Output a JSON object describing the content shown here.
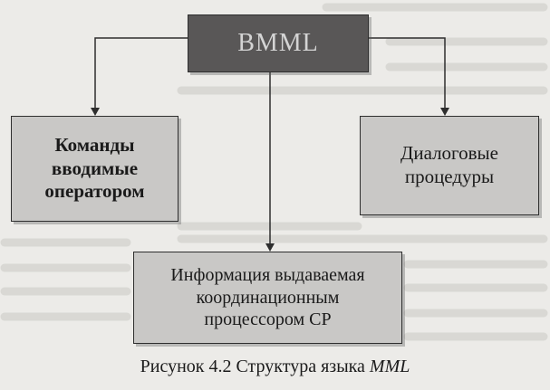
{
  "diagram": {
    "root": {
      "label": "ВММL"
    },
    "left": {
      "label": "Команды\nвводимые\nоператором"
    },
    "right": {
      "label": "Диалоговые\nпроцедуры"
    },
    "bottom": {
      "label": "Информация выдаваемая\nкоординационным\nпроцессором СР"
    }
  },
  "caption": {
    "text": "Рисунок 4.2 Структура языка ",
    "emphasis": "MML"
  },
  "colors": {
    "root_fill": "#595757",
    "box_fill": "#c9c8c6",
    "line": "#2e2e2e",
    "page": "#ecebe8"
  }
}
